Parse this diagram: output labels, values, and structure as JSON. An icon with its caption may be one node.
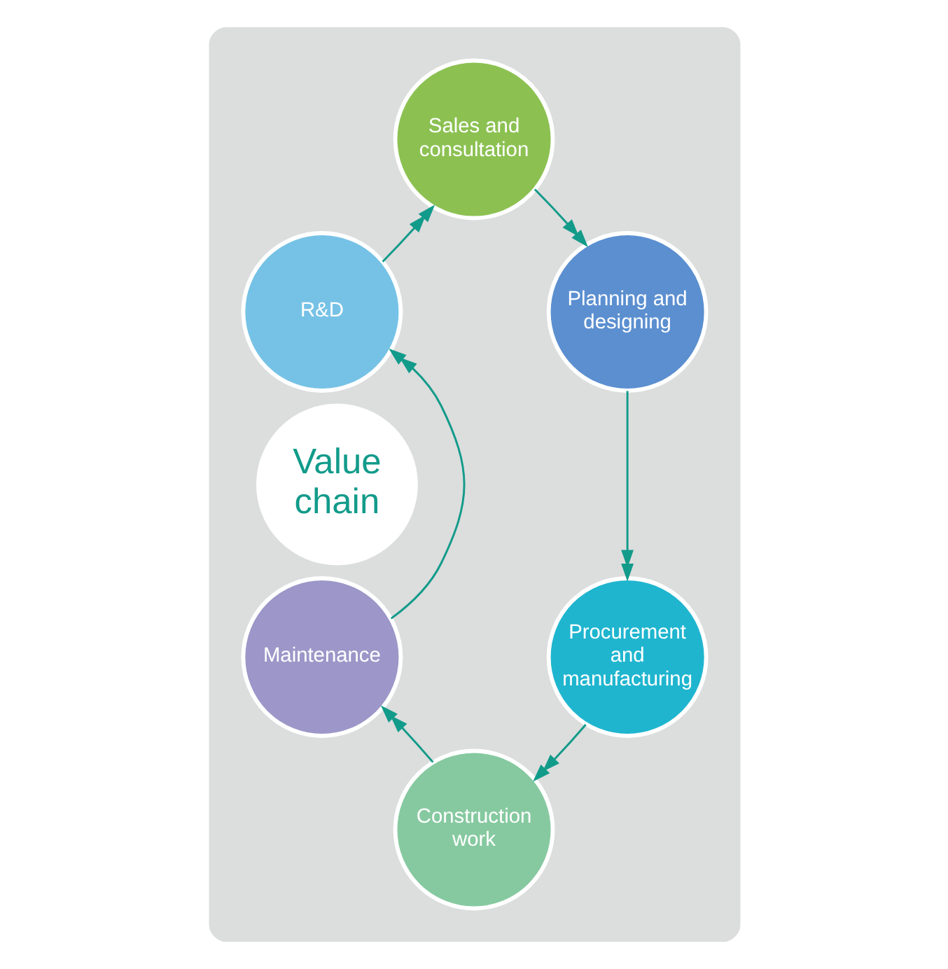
{
  "diagram": {
    "nodes": [
      {
        "text": [],
        "shape": "gear"
      },
      {
        "text": [
          "Value chain"
        ],
        "in": 0
      },
      {
        "text": [
          "Sales and consultation"
        ],
        "in": 0
      },
      {
        "text": [
          "Planning and designing"
        ],
        "in": 0
      },
      {
        "text": [
          "Procurement and manufacturing"
        ],
        "in": 0
      },
      {
        "text": [
          "Construction work"
        ],
        "in": 0
      },
      {
        "text": [
          "Maintenance"
        ],
        "in": 0
      },
      {
        "text": [
          "R&D"
        ],
        "in": 0
      }
    ],
    "edges": [
      {
        "from": 2,
        "to": 3,
        "arrow": "to"
      },
      {
        "from": 3,
        "to": 4,
        "arrow": "to"
      },
      {
        "from": 4,
        "to": 5,
        "arrow": "to"
      },
      {
        "from": 5,
        "to": 6,
        "arrow": "to"
      },
      {
        "from": 6,
        "to": 7,
        "arrow": "to"
      },
      {
        "from": 7,
        "to": 2,
        "arrow": "to"
      }
    ]
  }
}
